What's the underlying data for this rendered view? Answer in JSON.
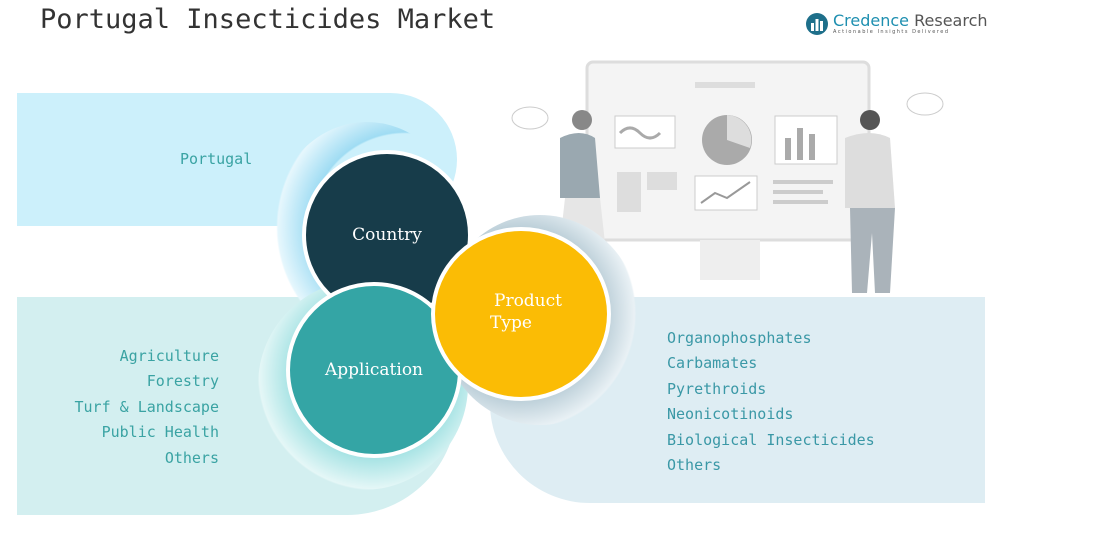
{
  "title": "Portugal Insecticides Market",
  "logo": {
    "name_part1": "Credence",
    "name_part2": "Research",
    "tagline": "Actionable Insights Delivered"
  },
  "segments": {
    "country": {
      "label": "Country",
      "items": [
        "Portugal"
      ]
    },
    "application": {
      "label": "Application",
      "items": [
        "Agriculture",
        "Forestry",
        "Turf & Landscape",
        "Public Health",
        "Others"
      ]
    },
    "product_type": {
      "label_line1": "Product",
      "label_line2": "Type",
      "items": [
        "Organophosphates",
        "Carbamates",
        "Pyrethroids",
        "Neonicotinoids",
        "Biological Insecticides",
        "Others"
      ]
    }
  },
  "colors": {
    "country": "#173c4a",
    "application": "#34a5a5",
    "product_type": "#fbbc05"
  }
}
